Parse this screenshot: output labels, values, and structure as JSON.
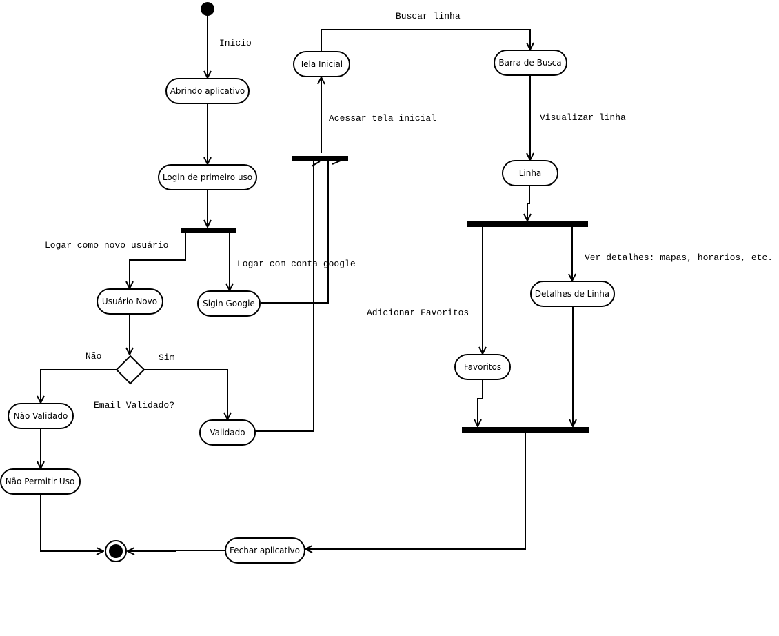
{
  "diagram": {
    "type": "UML activity diagram",
    "colors": {
      "stroke": "#000000",
      "fill": "#ffffff"
    },
    "nodes": {
      "start": {
        "kind": "initial"
      },
      "abrindo": {
        "label": "Abrindo aplicativo"
      },
      "login": {
        "label": "Login de primeiro uso"
      },
      "fork_login": {
        "kind": "fork"
      },
      "usuario_novo": {
        "label": "Usuário Novo"
      },
      "sigin_google": {
        "label": "Sigin Google"
      },
      "decision_email": {
        "kind": "decision"
      },
      "nao_validado": {
        "label": "Não Validado"
      },
      "validado": {
        "label": "Validado"
      },
      "nao_permitir": {
        "label": "Não Permitir Uso"
      },
      "join_login": {
        "kind": "join"
      },
      "tela_inicial": {
        "label": "Tela Inicial"
      },
      "barra_busca": {
        "label": "Barra de Busca"
      },
      "linha": {
        "label": "Linha"
      },
      "fork_linha": {
        "kind": "fork"
      },
      "favoritos": {
        "label": "Favoritos"
      },
      "detalhes": {
        "label": "Detalhes de Linha"
      },
      "join_linha": {
        "kind": "join"
      },
      "fechar": {
        "label": "Fechar aplicativo"
      },
      "end": {
        "kind": "final"
      }
    },
    "edge_labels": {
      "inicio": "Inicio",
      "logar_novo": "Logar como novo usuário",
      "logar_google": "Logar com conta google",
      "nao": "Não",
      "sim": "Sim",
      "email_validado": "Email Validado?",
      "acessar_tela": "Acessar tela inicial",
      "buscar_linha": "Buscar linha",
      "visualizar_linha": "Visualizar linha",
      "ver_detalhes": "Ver detalhes: mapas, horarios, etc.",
      "adicionar_favoritos": "Adicionar Favoritos"
    }
  }
}
